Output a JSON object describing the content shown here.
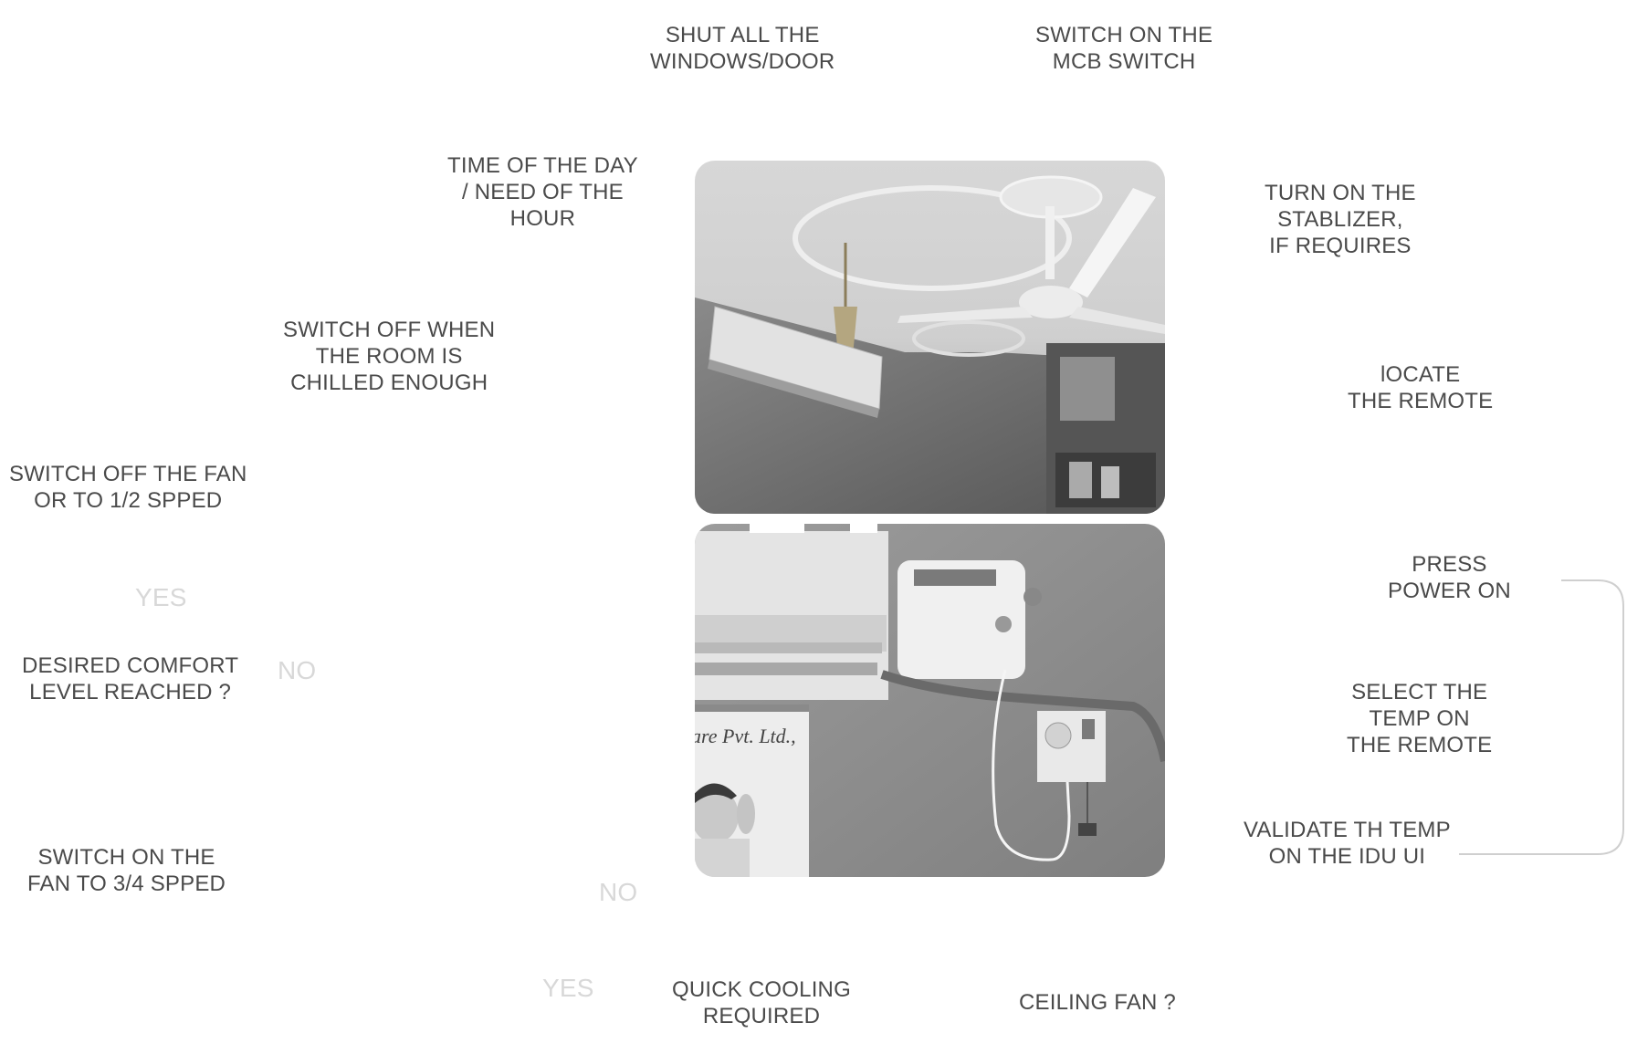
{
  "steps": {
    "shut_windows": [
      "SHUT ALL THE",
      "WINDOWS/DOOR"
    ],
    "mcb_switch": [
      "SWITCH ON THE",
      "MCB SWITCH"
    ],
    "time_of_day": [
      "TIME OF THE DAY",
      "/ NEED OF THE",
      "HOUR"
    ],
    "stabilizer": [
      "TURN ON THE",
      "STABLIZER,",
      "IF REQUIRES"
    ],
    "switch_off_chilled": [
      "SWITCH OFF WHEN",
      "THE ROOM IS",
      "CHILLED ENOUGH"
    ],
    "locate_remote": [
      "lOCATE",
      "THE REMOTE"
    ],
    "fan_off_half": [
      "SWITCH OFF THE FAN",
      "OR TO 1/2 SPPED"
    ],
    "press_power": [
      "PRESS",
      "POWER ON"
    ],
    "yes_upper": "YES",
    "comfort_reached": [
      "DESIRED COMFORT",
      "LEVEL REACHED ?"
    ],
    "no_upper": "NO",
    "select_temp": [
      "SELECT THE",
      "TEMP ON",
      "THE REMOTE"
    ],
    "validate_temp": [
      "VALIDATE TH TEMP",
      "ON THE IDU UI"
    ],
    "fan_three_quarter": [
      "SWITCH ON THE",
      "FAN TO 3/4 SPPED"
    ],
    "no_lower": "NO",
    "yes_lower": "YES",
    "quick_cooling": [
      "QUICK COOLING",
      "REQUIRED"
    ],
    "ceiling_fan": "CEILING FAN ?"
  },
  "photos": {
    "top_sign": "",
    "bottom_sign": "are Pvt. Ltd.,"
  }
}
